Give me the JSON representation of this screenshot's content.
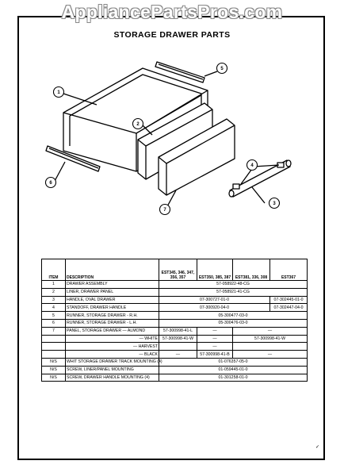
{
  "watermark": "AppliancePartsPros.com",
  "title": "STORAGE DRAWER PARTS",
  "callouts": [
    "1",
    "2",
    "3",
    "4",
    "5",
    "6",
    "7"
  ],
  "table": {
    "headers": {
      "item": "ITEM",
      "description": "DESCRIPTION",
      "m1": "EST345, 346, 347, 356, 357",
      "m2": "EST350, 385, 387",
      "m3": "EST381, 336, 308",
      "m4": "EST367"
    },
    "rows": [
      {
        "item": "1",
        "desc": "DRAWER ASSEMBLY",
        "span": "57-058922-48-CG"
      },
      {
        "item": "2",
        "desc": "LINER, DRAWER PANEL",
        "span": "57-058921-41-CG"
      },
      {
        "item": "3",
        "desc": "HANDLE, OVAL DRAWER",
        "span3": "07-300727-01-0",
        "m4": "07-302445-01-0"
      },
      {
        "item": "4",
        "desc": "STANDOFF, DRAWER HANDLE",
        "span3": "07-300920-04-0",
        "m4": "07-302447-04-0"
      },
      {
        "item": "5",
        "desc": "RUNNER, STORAGE DRAWER - R.H.",
        "span": "05-300477-03-0"
      },
      {
        "item": "6",
        "desc": "RUNNER, STORAGE DRAWER - L.H.",
        "span": "05-300476-03-0"
      },
      {
        "item": "7",
        "desc": "PANEL, STORAGE DRAWER — ALMOND",
        "m1": "57-300998-41-L",
        "m2": "—",
        "m34": "—"
      },
      {
        "item": "",
        "desc": "— WHITE",
        "m1": "57-300998-41-W",
        "m2": "—",
        "m34": "57-300998-41-W"
      },
      {
        "item": "",
        "desc": "— HARVEST",
        "m1": "",
        "m2": "—",
        "m34": ""
      },
      {
        "item": "",
        "desc": "— BLACK",
        "m1": "—",
        "m2": "57-300998-41-B",
        "m34": "—"
      },
      {
        "item": "N/S",
        "desc": "WHIT STORAGE DRAWER TRACK MOUNTING (4)",
        "span": "01-076357-05-0"
      },
      {
        "item": "N/S",
        "desc": "SCREW, LINER/PANEL MOUNTING",
        "span": "01-059445-01-0"
      },
      {
        "item": "N/S",
        "desc": "SCREW, DRAWER HANDLE MOUNTING (4)",
        "span": "01-301258-01-0"
      }
    ]
  },
  "corner_mark": "✓"
}
